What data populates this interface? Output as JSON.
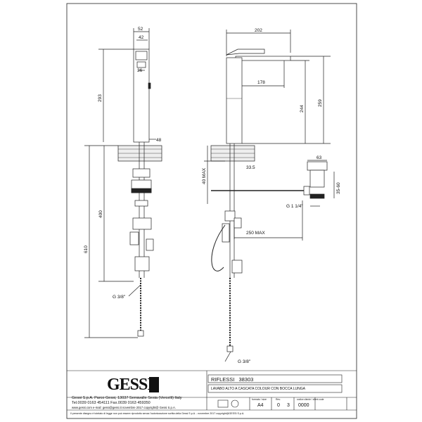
{
  "title_block": {
    "product_name": "RIFLESSI",
    "product_code": "38303",
    "description": "LAVABO ALTO A CASCATA COLOUR CON BOCCA LUNGA",
    "brand": "GESSI",
    "company_line": "Gessi S.p.A. Parco Gessi, 13037 Serravalle Sesia (Vercelli) Italy",
    "contact_line": "Tel.0039 0163 454111 Fax.0039 0163 459350",
    "web_line": "www.gessi.com e-mail: gessi@gessi.it novembre 2017 copyright@ Gessi S.p.A.",
    "legal_line": "Il presente disegno è tutelato di legge non può essere riprodotto senza l'autorizzazione scritta della Gessi S.p.A. - novembre 2017 copyright@GESSI S.p.A.",
    "format_label": "formato / size",
    "format_value": "A4",
    "rev_label": "Rev.",
    "rev_value": "0",
    "scale_value": "3",
    "code_label": "codice cliente / client code",
    "code_value": "0000"
  },
  "dimensions": {
    "top_width": "52",
    "top_inner": "42",
    "handle_36": "36",
    "body_height": "293",
    "base_48": "48",
    "shaft_400": "400",
    "total_610": "610",
    "g38_left": "G  3/8\"",
    "spout_width": "202",
    "spout_178": "178",
    "h244": "244",
    "h259": "259",
    "max40": "40  MAX",
    "d33": "33.5",
    "d63": "63",
    "d3560": "35-60",
    "g114": "G  1 1/4\"",
    "max250": "250  MAX",
    "g38_bottom": "G  3/8\""
  }
}
